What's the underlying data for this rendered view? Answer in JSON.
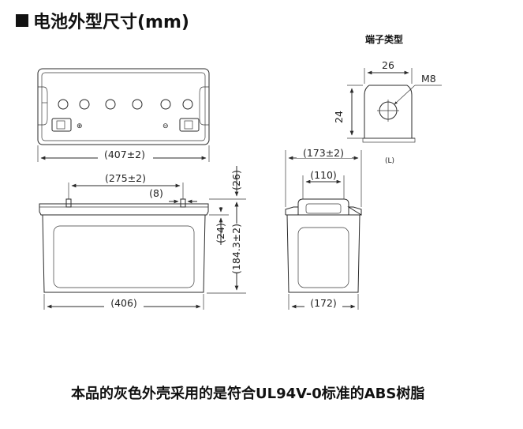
{
  "title": "电池外型尺寸(mm)",
  "terminal_title": "端子类型",
  "terminal": {
    "width": "26",
    "height": "24",
    "bolt": "M8",
    "type": "(L)"
  },
  "top_view": {
    "length": "(407±2)"
  },
  "front_view": {
    "terminal_pitch": "(275±2)",
    "terminal_width": "(8)",
    "terminal_height": "(26)",
    "lid_height": "(24)",
    "total_height": "(184.3±2)",
    "body_length": "(406)"
  },
  "side_view": {
    "total_width": "(173±2)",
    "handle_width": "(110)",
    "body_width": "(172)"
  },
  "footer_note": "本品的灰色外壳采用的是符合UL94V-0标准的ABS树脂",
  "colors": {
    "line": "#2a2a2a",
    "text": "#111111",
    "background": "#ffffff"
  }
}
